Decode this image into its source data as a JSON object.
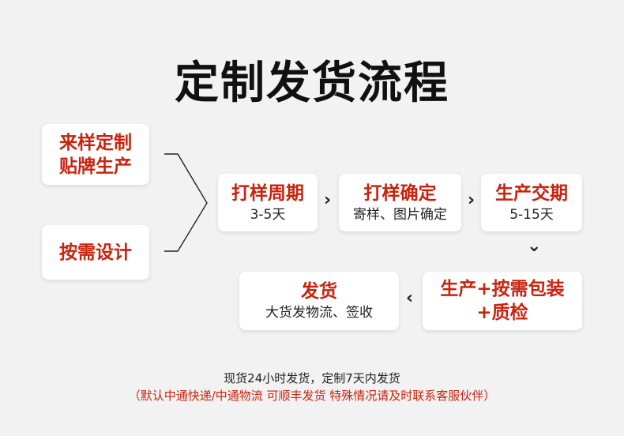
{
  "title": "定制发货流程",
  "sources": {
    "sample": [
      "来样定制",
      "贴牌生产"
    ],
    "design": "按需设计"
  },
  "steps": {
    "sampling": {
      "title": "打样周期",
      "detail": "3-5天"
    },
    "confirm": {
      "title": "打样确定",
      "detail": "寄样、图片确定"
    },
    "production": {
      "title": "生产交期",
      "detail": "5-15天"
    },
    "packaging": {
      "title": [
        "生产+按需包装",
        "+质检"
      ]
    },
    "shipping": {
      "title": "发货",
      "detail": "大货发物流、签收"
    }
  },
  "arrows": {
    "right": "›",
    "down": "⌄",
    "left": "‹"
  },
  "footer": {
    "line1": "现货24小时发货，定制7天内发货",
    "line2": "（默认中通快递/中通物流  可顺丰发货 特殊情况请及时联系客服伙伴）"
  },
  "colors": {
    "accent": "#c9230f",
    "background": "#f2f2f2",
    "text": "#111111"
  }
}
